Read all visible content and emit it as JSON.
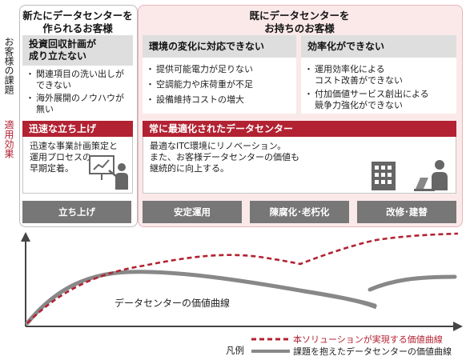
{
  "side": {
    "issues_label": "お客様の課題",
    "effect_label": "適用効果"
  },
  "left": {
    "header": "新たにデータセンターを\n作られるお客様",
    "issue": {
      "title": "投資回収計画が\n成り立たない",
      "items": [
        "関連項目の洗い出しが\nできない",
        "海外展開のノウハウが\n無い"
      ]
    },
    "effect": {
      "title": "迅速な立ち上げ",
      "body": "迅速な事業計画策定と\n運用プロセスの\n早期定着。"
    },
    "stage": "立ち上げ"
  },
  "right": {
    "header": "既にデータセンターを\nお持ちのお客様",
    "issue1": {
      "title": "環境の変化に対応できない",
      "items": [
        "提供可能電力が足りない",
        "空調能力や床荷重が不足",
        "設備維持コストの増大"
      ]
    },
    "issue2": {
      "title": "効率化ができない",
      "items": [
        "運用効率化による\nコスト改善ができない",
        "付加価値サービス創出による\n競争力強化ができない"
      ]
    },
    "effect": {
      "title": "常に最適化されたデータセンター",
      "body": "最適なITC環境にリノベーション。\nまた、お客様データセンターの価値も\n継続的に向上する。"
    },
    "stages": [
      "安定運用",
      "陳腐化･老朽化",
      "改修･建替"
    ]
  },
  "graph": {
    "curve_label": "データセンターの価値曲線",
    "legend_title": "凡例",
    "legend": [
      {
        "label": "本ソリューションが実現する価値曲線",
        "color": "#b22232",
        "style": "dashed"
      },
      {
        "label": "課題を抱えたデータセンターの価値曲線",
        "color": "#888888",
        "style": "solid"
      }
    ]
  },
  "colors": {
    "accent": "#b22232",
    "stage_gray": "#777777",
    "curve_gray": "#888888"
  }
}
